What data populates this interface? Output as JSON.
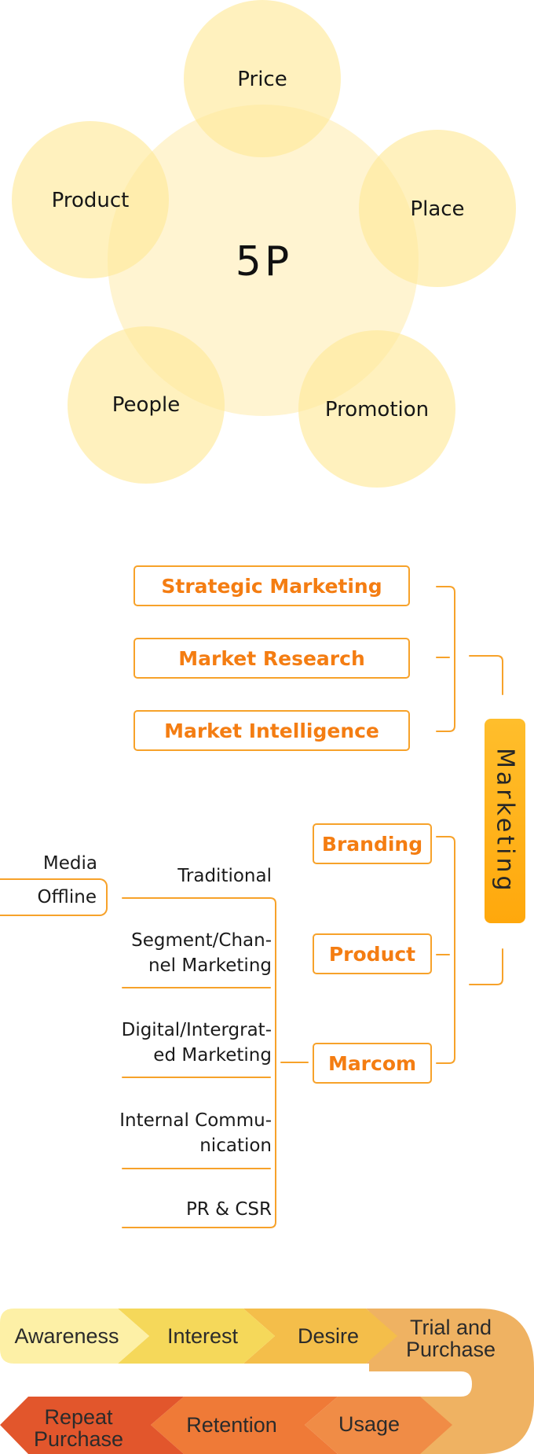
{
  "five_p": {
    "center": "5P",
    "elements": [
      "Price",
      "Product",
      "Place",
      "People",
      "Promotion"
    ]
  },
  "marketing": {
    "title": "Marketing",
    "top_branch": [
      "Strategic Marketing",
      "Market Research",
      "Market Intelligence"
    ],
    "bottom_branch": [
      "Branding",
      "Product",
      "Marcom"
    ],
    "marcom_channels": [
      "Traditional",
      "Segment/Chan-\nnel Marketing",
      "Digital/Intergrat-\ned Marketing",
      "Internal Commu-\nnication",
      "PR & CSR"
    ],
    "traditional_sub": [
      "Media",
      "Offline"
    ]
  },
  "funnel": {
    "top_row": [
      "Awareness",
      "Interest",
      "Desire",
      "Trial and\nPurchase"
    ],
    "bottom_row": [
      "Usage",
      "Retention",
      "Repeat\nPurchase"
    ],
    "colors": {
      "awareness": "#fdf0a6",
      "interest": "#f5d85a",
      "desire": "#f4be4a",
      "trial": "#efb262",
      "usage": "#f08c46",
      "retention": "#ef7a37",
      "repeat": "#e2562c"
    }
  }
}
